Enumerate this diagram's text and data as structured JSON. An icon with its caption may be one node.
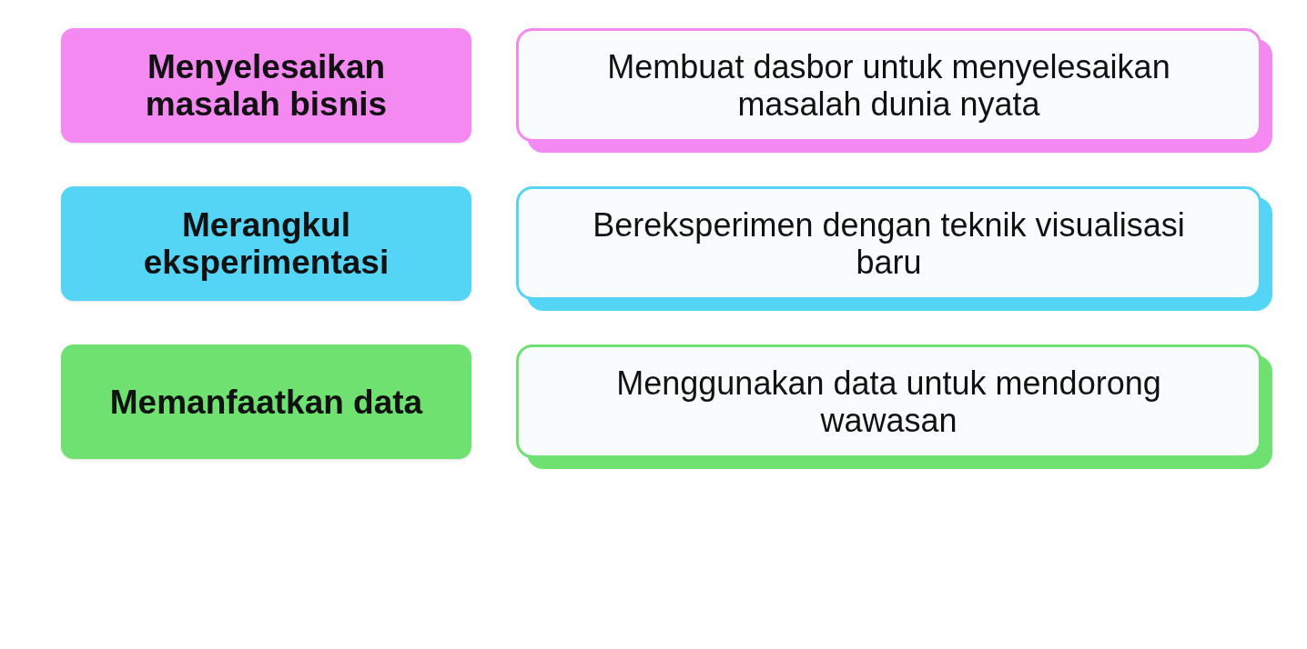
{
  "diagram": {
    "nodes": [
      {
        "text": [
          "Menyelesaikan masalah bisnis"
        ]
      },
      {
        "text": [
          "Membuat dasbor untuk menyelesaikan masalah dunia nyata"
        ]
      },
      {
        "text": [
          "Merangkul eksperimentasi"
        ]
      },
      {
        "text": [
          "Bereksperimen dengan teknik visualisasi baru"
        ]
      },
      {
        "text": [
          "Memanfaatkan data"
        ]
      },
      {
        "text": [
          "Menggunakan data untuk mendorong wawasan"
        ]
      }
    ]
  }
}
